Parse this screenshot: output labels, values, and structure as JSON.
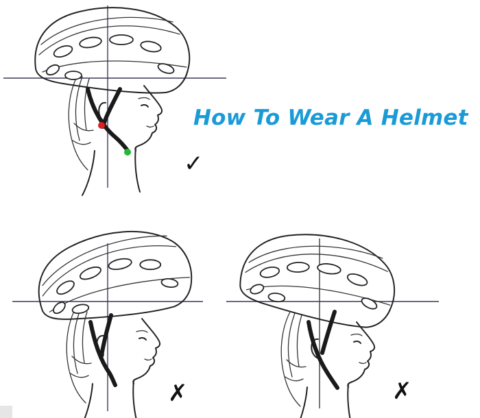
{
  "title": "How To Wear A Helmet",
  "colors": {
    "title": "#1a9bd7",
    "buckle_front": "#e02020",
    "buckle_chin": "#22bb33",
    "line": "#222222"
  },
  "panels": [
    {
      "id": "correct",
      "verdict": "correct",
      "mark": "✓"
    },
    {
      "id": "tilted-back",
      "verdict": "incorrect",
      "mark": "✗"
    },
    {
      "id": "tilted-forward",
      "verdict": "incorrect",
      "mark": "✗"
    }
  ]
}
